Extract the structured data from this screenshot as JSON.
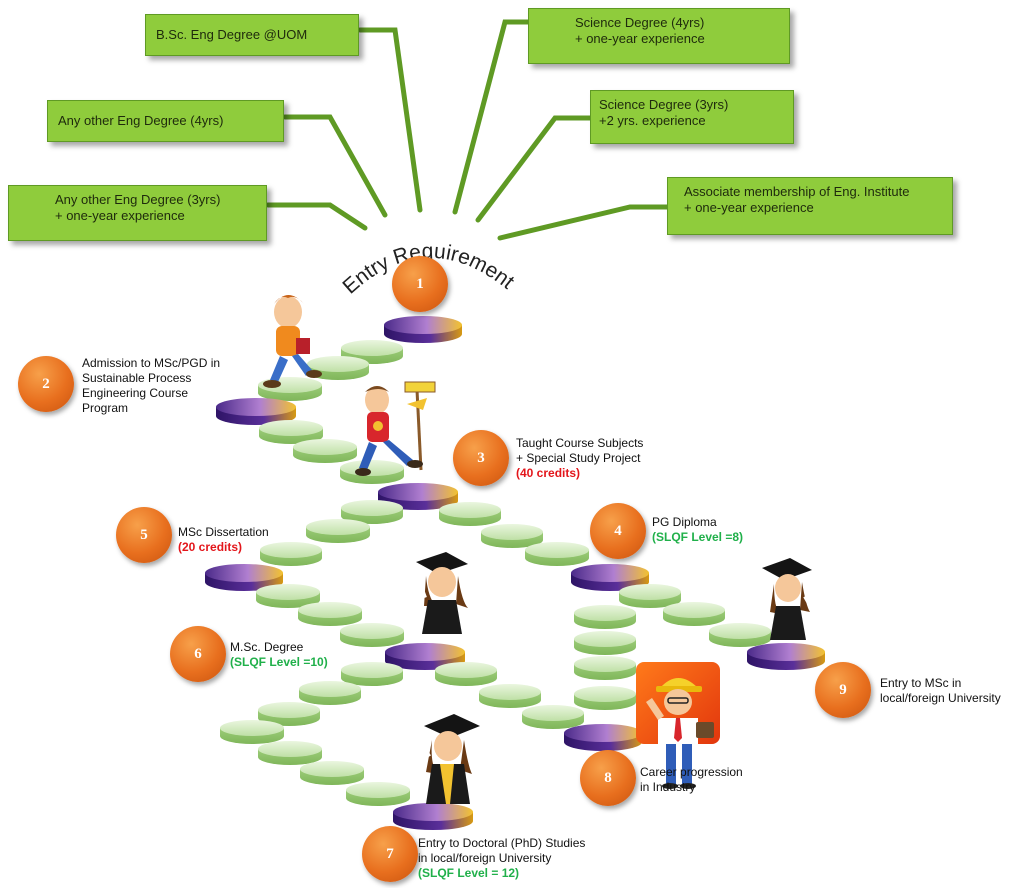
{
  "requirements": {
    "title": "Entry Requirements",
    "boxes": [
      {
        "line1": "B.Sc. Eng Degree @UOM",
        "line2": ""
      },
      {
        "line1": "Any other Eng Degree (4yrs)",
        "line2": ""
      },
      {
        "line1": "Any other Eng Degree (3yrs)",
        "line2": "+ one-year experience"
      },
      {
        "line1": "Science Degree (4yrs)",
        "line2": "+ one-year experience"
      },
      {
        "line1": "Science Degree (3yrs)",
        "line2": "+2 yrs. experience"
      },
      {
        "line1": "Associate membership of Eng. Institute",
        "line2": "+ one-year experience"
      }
    ]
  },
  "steps": [
    {
      "num": "1"
    },
    {
      "num": "2",
      "lines": [
        "Admission to MSc/PGD in",
        "Sustainable Process",
        "Engineering Course",
        "Program"
      ]
    },
    {
      "num": "3",
      "lines": [
        "Taught Course Subjects",
        "+ Special Study Project"
      ],
      "extra": "(40 credits)"
    },
    {
      "num": "4",
      "lines": [
        "PG Diploma"
      ],
      "extra": "(SLQF Level =8)"
    },
    {
      "num": "5",
      "lines": [
        "MSc Dissertation"
      ],
      "extra": "(20 credits)"
    },
    {
      "num": "6",
      "lines": [
        "M.Sc. Degree"
      ],
      "extra": "(SLQF Level =10)"
    },
    {
      "num": "7",
      "lines": [
        "Entry to Doctoral (PhD) Studies",
        "in local/foreign University"
      ],
      "extra": "(SLQF Level = 12)"
    },
    {
      "num": "8",
      "lines": [
        "Career progression",
        "in Industry"
      ]
    },
    {
      "num": "9",
      "lines": [
        "Entry to MSc in",
        "local/foreign University"
      ]
    }
  ],
  "colors": {
    "box_fill": "#8fcc3c",
    "circle_orange": "#e86f1e",
    "credits_red": "#e3161b",
    "level_green": "#20b04a",
    "step_green": "#a8d58a",
    "milestone_purple": "#4b2a8a",
    "milestone_gold": "#f2c230"
  },
  "icons": [
    "walking-student-icon",
    "student-with-sign-icon",
    "graduate-icon",
    "engineer-with-helmet-icon"
  ]
}
